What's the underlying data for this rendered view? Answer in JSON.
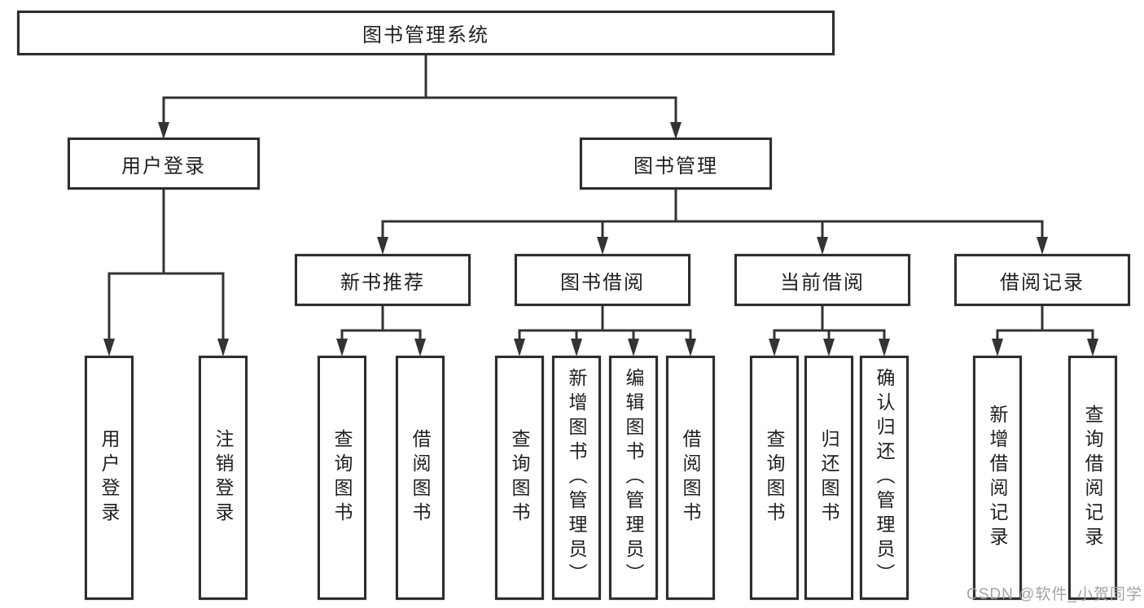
{
  "tree": {
    "root": {
      "label": "图书管理系统"
    },
    "branches": [
      {
        "label": "用户登录",
        "children": [
          {
            "label": "用户登录"
          },
          {
            "label": "注销登录"
          }
        ]
      },
      {
        "label": "图书管理",
        "groups": [
          {
            "label": "新书推荐",
            "children": [
              {
                "label": "查询图书"
              },
              {
                "label": "借阅图书"
              }
            ]
          },
          {
            "label": "图书借阅",
            "children": [
              {
                "label": "查询图书"
              },
              {
                "label": "新增图书（管理员）"
              },
              {
                "label": "编辑图书（管理员）"
              },
              {
                "label": "借阅图书"
              }
            ]
          },
          {
            "label": "当前借阅",
            "children": [
              {
                "label": "查询图书"
              },
              {
                "label": "归还图书"
              },
              {
                "label": "确认归还（管理员）"
              }
            ]
          },
          {
            "label": "借阅记录",
            "children": [
              {
                "label": "新增借阅记录"
              },
              {
                "label": "查询借阅记录"
              }
            ]
          }
        ]
      }
    ]
  },
  "watermark": {
    "text": "CSDN @软件_小贺同学"
  },
  "colors": {
    "line": "#333333",
    "border": "#2e2e2e",
    "text": "#1f1f1f",
    "watermark": "#9e9e9e"
  }
}
